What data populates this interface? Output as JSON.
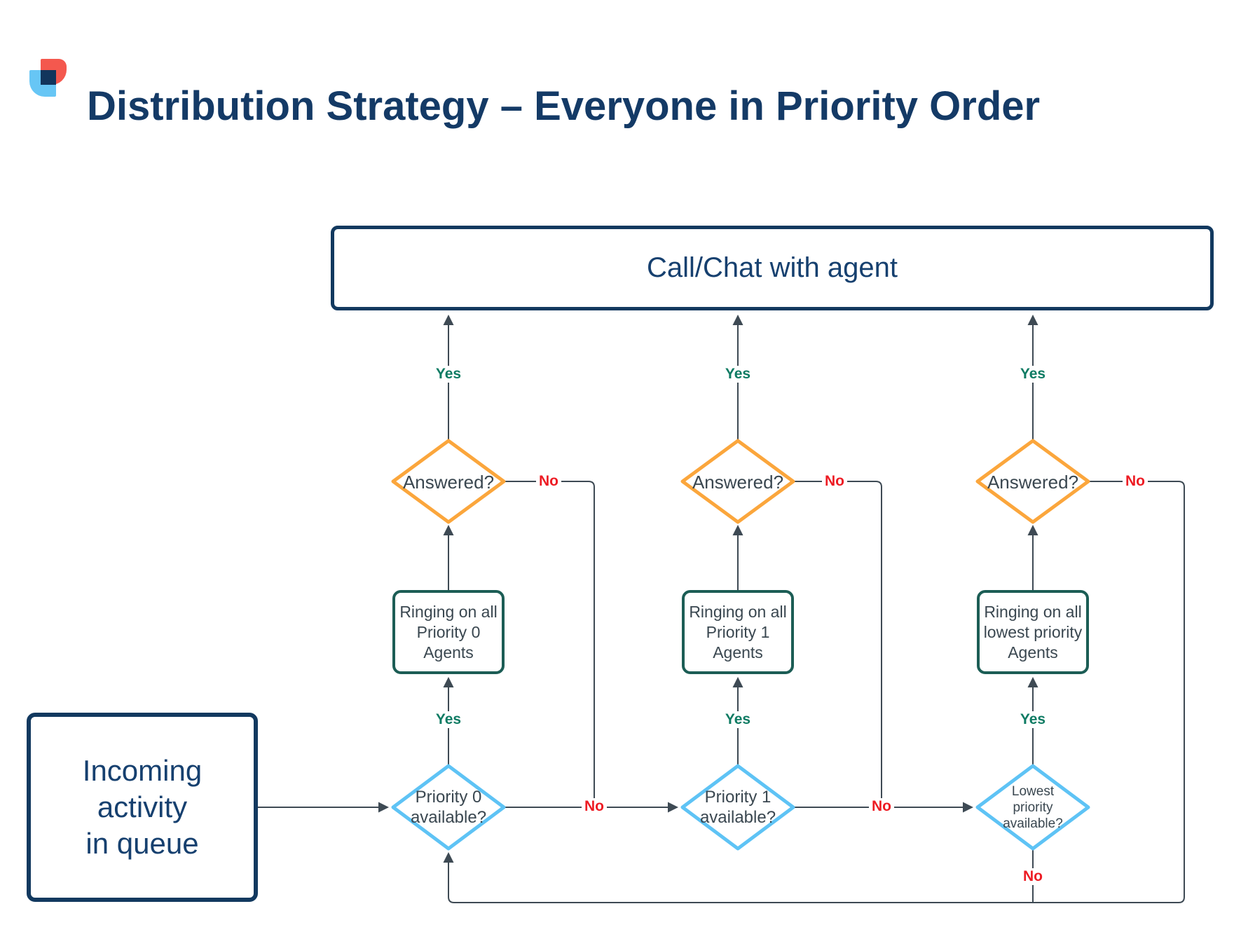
{
  "title": "Distribution Strategy – Everyone in Priority Order",
  "end_node": {
    "label": "Call/Chat with agent"
  },
  "start_node": {
    "line1": "Incoming",
    "line2": "activity",
    "line3": "in queue"
  },
  "branch_labels": {
    "yes": "Yes",
    "no": "No"
  },
  "columns": [
    {
      "answered": "Answered?",
      "ringing_line1": "Ringing on all",
      "ringing_line2": "Priority 0",
      "ringing_line3": "Agents",
      "available_line1": "Priority 0",
      "available_line2": "available?"
    },
    {
      "answered": "Answered?",
      "ringing_line1": "Ringing on all",
      "ringing_line2": "Priority 1",
      "ringing_line3": "Agents",
      "available_line1": "Priority 1",
      "available_line2": "available?"
    },
    {
      "answered": "Answered?",
      "ringing_line1": "Ringing on all",
      "ringing_line2": "lowest priority",
      "ringing_line3": "Agents",
      "available_line1": "Lowest",
      "available_line2": "priority",
      "available_line3": "available?"
    }
  ],
  "colors": {
    "title_navy": "#143A66",
    "node_border_navy": "#12395F",
    "answered_orange": "#FBA63C",
    "ringing_teal": "#1C5D55",
    "available_blue": "#5EC3F5",
    "yes_green": "#0E7B63",
    "no_red": "#ED1C24",
    "connector_gray": "#3E4A54",
    "logo_red": "#F4584E",
    "logo_blue": "#67C6F5",
    "logo_navy": "#12355C"
  }
}
